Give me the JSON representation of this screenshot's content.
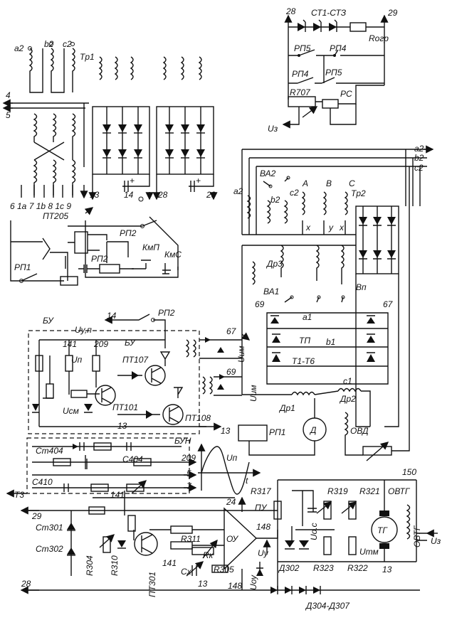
{
  "labels": {
    "n28_top": "28",
    "st_chain": "СТ1-СТЗ",
    "n29_top": "29",
    "r_ogr": "Rогр",
    "rp5_a": "РП5",
    "rp4_a": "РП4",
    "rp4_b": "РП4",
    "rp5_b": "РП5",
    "r707": "R707",
    "rc": "РС",
    "u3_top": "Uз",
    "a2": "a2",
    "b2": "b2",
    "c2": "c2",
    "tr1": "Tр1",
    "n4": "4",
    "n5": "5",
    "bottom_taps": "6  1a  7  1b  8  1c  9",
    "n13_a": "13",
    "n14_a": "14",
    "n28_a": "28",
    "n29_a": "29",
    "plus1": "+",
    "plus2": "+",
    "pt205": "ПТ205",
    "rp2_a": "РП2",
    "rp2_b": "РП2",
    "kmp": "КмП",
    "kms": "КмС",
    "rp1_a": "РП1",
    "a2_r": "a2",
    "b2_r": "b2",
    "c2_r": "c2",
    "va2": "ВА2",
    "a2_t": "a2",
    "b2_t": "b2",
    "c2_t": "c2",
    "ph_a": "A",
    "ph_b": "B",
    "ph_c": "C",
    "tr2": "Tр2",
    "x1": "x",
    "y1": "y",
    "x2": "x",
    "dr3": "Др3",
    "vp": "Вп",
    "va1": "ВА1",
    "n69_a": "69",
    "a1": "a1",
    "n67_a": "67",
    "tp": "ТП",
    "b1": "b1",
    "t1t6": "Т1-Т6",
    "c1": "c1",
    "dr2": "Др2",
    "dr1": "Др1",
    "rp1_b": "РП1",
    "motor": "Д",
    "ovd": "ОВД",
    "bu_a": "БУ",
    "n14_b": "14",
    "rp2_c": "РП2",
    "uyp": "Uу,п",
    "n141_a": "141",
    "n209_a": "209",
    "up_a": "Uп",
    "bu_b": "БУ",
    "pt107": "ПТ107",
    "n67_b": "67",
    "uim_a": "Uим",
    "n69_b": "69",
    "uim_b": "Uим",
    "usm": "Uсм",
    "pt101": "ПТ101",
    "pt108": "ПТ108",
    "n13_b": "13",
    "n13_c": "13",
    "st404": "Ст404",
    "c404": "C404",
    "bun": "БУН",
    "n209_b": "209",
    "up_b": "Uп",
    "n5_b": "5",
    "t_axis": "t",
    "c410": "C410",
    "n7_b": "7",
    "t3": "T3",
    "n150": "150",
    "r317": "R317",
    "r319": "R319",
    "r321": "R321",
    "ovtg": "ОВТГ",
    "pu": "ПУ",
    "n29_b": "29",
    "n141_b": "141",
    "n24": "24",
    "n148_a": "148",
    "uoc": "Uо.с",
    "tg": "ТГ",
    "ovtg_v": "ОВТГ",
    "u3_b": "Uз",
    "st301": "Ст301",
    "r311": "R311",
    "ou": "ОУ",
    "uy": "Uу",
    "utm": "Uтм",
    "st302": "Ст302",
    "rk": "Rк",
    "n141_c": "141",
    "d302": "Д302",
    "r323": "R323",
    "r322": "R322",
    "n13_d": "13",
    "cx": "Cх",
    "n13_e": "13",
    "r305": "R305",
    "r304": "R304",
    "r310": "R310",
    "pt301": "ПТ301",
    "n148_b": "148",
    "uoy": "Uоу",
    "n28_b": "28",
    "d304": "Д304-Д307"
  }
}
